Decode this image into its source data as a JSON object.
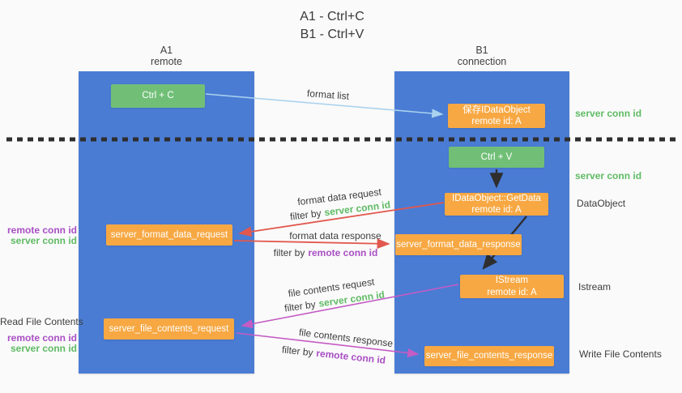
{
  "title": {
    "line1": "A1 - Ctrl+C",
    "line2": "B1 - Ctrl+V"
  },
  "lanes": {
    "a1": {
      "title": "A1",
      "subtitle": "remote"
    },
    "b1": {
      "title": "B1",
      "subtitle": "connection"
    }
  },
  "nodes": {
    "ctrl_c": {
      "label": "Ctrl + C"
    },
    "save_dataobject": {
      "line1": "保存IDataObject",
      "line2": "remote id: A"
    },
    "ctrl_v": {
      "label": "Ctrl + V"
    },
    "getdata": {
      "line1": "IDataObject::GetData",
      "line2": "remote id: A"
    },
    "server_format_data_request": {
      "label": "server_format_data_request"
    },
    "server_format_data_response": {
      "label": "server_format_data_response"
    },
    "istream": {
      "line1": "IStream",
      "line2": "remote id: A"
    },
    "server_file_contents_request": {
      "label": "server_file_contents_request"
    },
    "server_file_contents_response": {
      "label": "server_file_contents_response"
    }
  },
  "flow_labels": {
    "format_list": "format list",
    "format_data_request": "format data request",
    "format_data_response": "format data response",
    "file_contents_request": "file contents request",
    "file_contents_response": "file contents response",
    "filter_by": "filter by",
    "server_conn_id": "server conn id",
    "remote_conn_id": "remote conn id"
  },
  "side_labels": {
    "right_server_conn_id_top": "server conn id",
    "right_server_conn_id_mid": "server conn id",
    "dataobject": "DataObject",
    "istream": "Istream",
    "write_file_contents": "Write File Contents",
    "left_remote_conn_id_top": "remote conn id",
    "left_server_conn_id_top": "server conn id",
    "read_file_contents": "Read File Contents",
    "left_remote_conn_id_bottom": "remote conn id",
    "left_server_conn_id_bottom": "server conn id"
  },
  "colors": {
    "background": "#fafafa",
    "lane_blue": "#4a7cd4",
    "node_green": "#71bf77",
    "node_orange": "#f7a843",
    "arrow_light_blue": "#aad2ee",
    "arrow_red": "#e2584e",
    "arrow_magenta": "#c45cc4",
    "arrow_black": "#2e2e2e",
    "conn_id_green": "#5fbb64",
    "conn_id_purple": "#a94fc4",
    "text_dark": "#3c3c3c"
  }
}
